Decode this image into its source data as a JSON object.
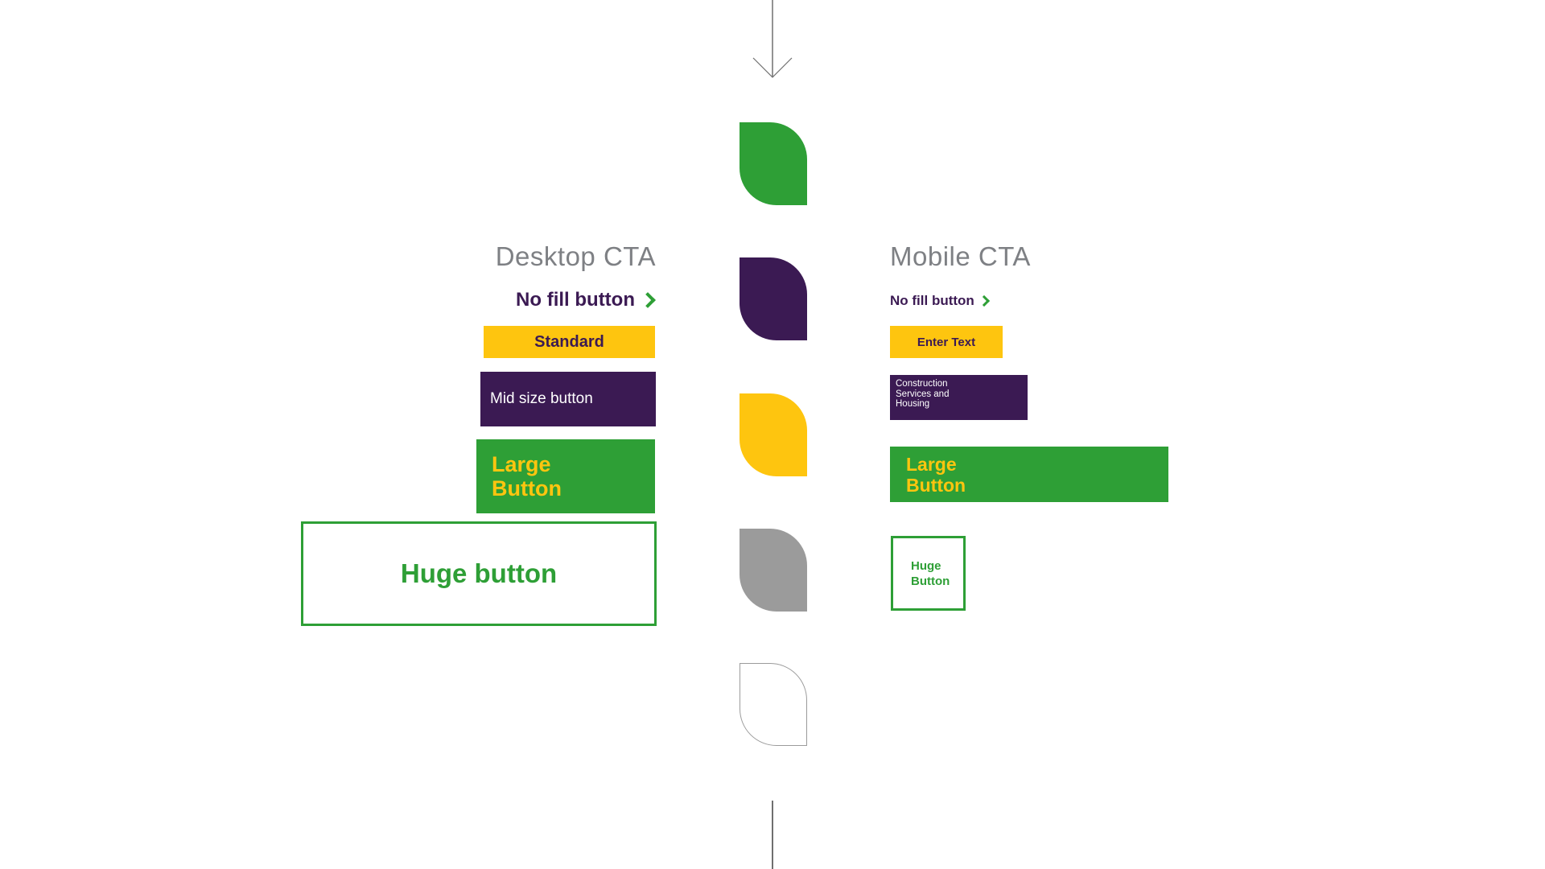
{
  "colors": {
    "green": "#2E9F36",
    "yellow": "#FEC50F",
    "purple": "#3B1A53",
    "gray_heading": "#7E8084",
    "gray_swatch": "#9B9B9B",
    "connector_line": "#6F6F6F",
    "white": "#FFFFFF"
  },
  "icons": {
    "chevron_right": "›",
    "arrow_down": "↓"
  },
  "desktop": {
    "heading": "Desktop CTA",
    "no_fill_label": "No fill button",
    "standard_label": "Standard",
    "mid_label": "Mid size button",
    "large_line1": "Large",
    "large_line2": "Button",
    "huge_label": "Huge button"
  },
  "mobile": {
    "heading": "Mobile CTA",
    "no_fill_label": "No fill button",
    "standard_label": "Enter Text",
    "mid_line1": "Construction",
    "mid_line2": "Services and",
    "mid_line3": "Housing",
    "large_line1": "Large",
    "large_line2": "Button",
    "huge_line1": "Huge",
    "huge_line2": "Button"
  },
  "swatches": [
    {
      "name": "green-leaf",
      "color": "#2E9F36"
    },
    {
      "name": "purple-leaf",
      "color": "#3B1A53"
    },
    {
      "name": "yellow-leaf",
      "color": "#FEC50F"
    },
    {
      "name": "gray-leaf",
      "color": "#9B9B9B"
    },
    {
      "name": "outline-leaf",
      "color": "#FFFFFF"
    }
  ]
}
